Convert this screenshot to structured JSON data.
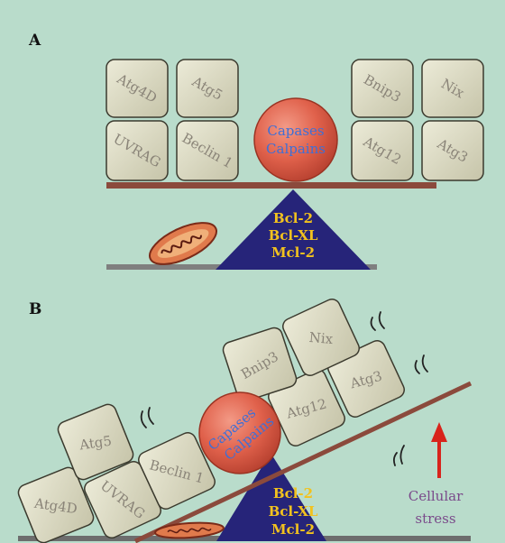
{
  "panel_a": {
    "label": "A",
    "left_stack": [
      "Atg4D",
      "Atg5",
      "UVRAG",
      "Beclin 1"
    ],
    "right_stack": [
      "Bnip3",
      "Nix",
      "Atg12",
      "Atg3"
    ],
    "center_line1": "Capases",
    "center_line2": "Calpains",
    "pivot_lines": [
      "Bcl-2",
      "Bcl-XL",
      "Mcl-2"
    ]
  },
  "panel_b": {
    "label": "B",
    "blocks": [
      "Atg4D",
      "UVRAG",
      "Atg5",
      "Beclin 1",
      "Atg12",
      "Atg3",
      "Bnip3",
      "Nix"
    ],
    "center_line1": "Capases",
    "center_line2": "Calpains",
    "pivot_lines": [
      "Bcl-2",
      "Bcl-XL",
      "Mcl-2"
    ],
    "stress_line1": "Cellular",
    "stress_line2": "stress"
  },
  "colors": {
    "background": "#b9dccb",
    "block_fill": "#d9d8c2",
    "block_stroke": "#3b3a2e",
    "beam": "#8b4a3c",
    "pivot": "#262479",
    "sphere": "#e0614b",
    "stress_arrow": "#d8231b"
  }
}
